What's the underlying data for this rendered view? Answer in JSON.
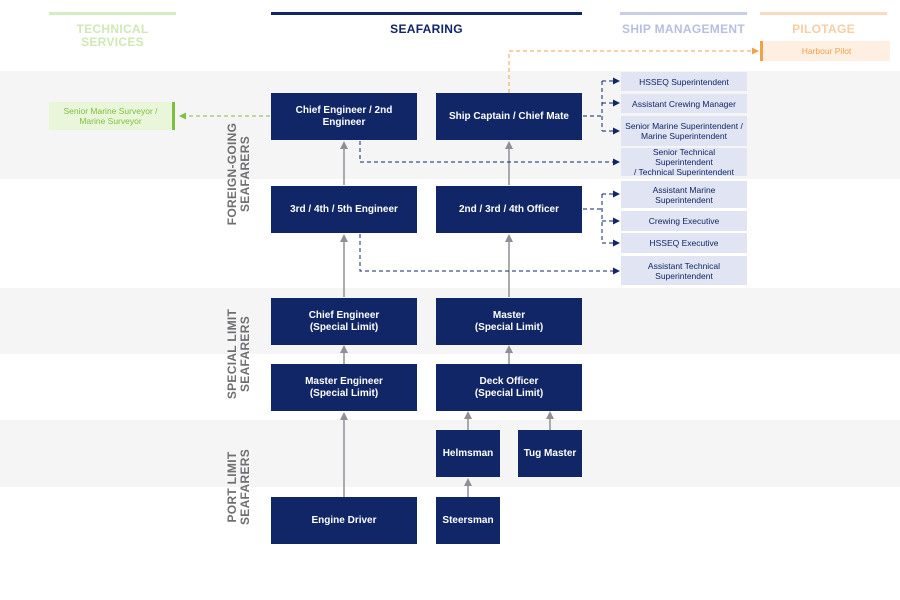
{
  "columns": {
    "technical": "TECHNICAL\nSERVICES",
    "seafaring": "SEAFARING",
    "ship_management": "SHIP MANAGEMENT",
    "pilotage": "PILOTAGE"
  },
  "bands": {
    "foreign_going": "FOREIGN-GOING\nSEAFARERS",
    "special_limit": "SPECIAL LIMIT\nSEAFARERS",
    "port_limit": "PORT LIMIT\nSEAFARERS"
  },
  "roles": {
    "chief_engineer_2nd": "Chief Engineer / 2nd Engineer",
    "ship_captain": "Ship Captain / Chief Mate",
    "engineer_345": "3rd / 4th / 5th Engineer",
    "officer_234": "2nd / 3rd / 4th Officer",
    "chief_engineer_sl": "Chief Engineer\n(Special Limit)",
    "master_sl": "Master\n(Special Limit)",
    "master_engineer_sl": "Master Engineer\n(Special Limit)",
    "deck_officer_sl": "Deck Officer\n(Special Limit)",
    "helmsman": "Helmsman",
    "tug_master": "Tug Master",
    "engine_driver": "Engine Driver",
    "steersman": "Steersman"
  },
  "management": {
    "hsseq_superintendent": "HSSEQ Superintendent",
    "assistant_crewing_manager": "Assistant Crewing Manager",
    "senior_marine_superintendent": "Senior Marine Superintendent /\nMarine Superintendent",
    "senior_technical_superintendent": "Senior Technical Superintendent\n/ Technical Superintendent",
    "assistant_marine_superintendent": "Assistant Marine\nSuperintendent",
    "crewing_executive": "Crewing Executive",
    "hsseq_executive": "HSSEQ Executive",
    "assistant_technical_superintendent": "Assistant Technical\nSuperintendent"
  },
  "technical": {
    "marine_surveyor": "Senior Marine Surveyor /\nMarine Surveyor"
  },
  "pilotage": {
    "harbour_pilot": "Harbour Pilot"
  },
  "colors": {
    "navy": "#102666",
    "mgmt_fill": "#e1e4f2",
    "mgmt_header": "#b8bfe0",
    "green": "#7fbf3f",
    "green_fill": "#e9f6da",
    "orange": "#f0a14a",
    "orange_fill": "#fdf0e2",
    "arrow_gray": "#8e9095"
  }
}
